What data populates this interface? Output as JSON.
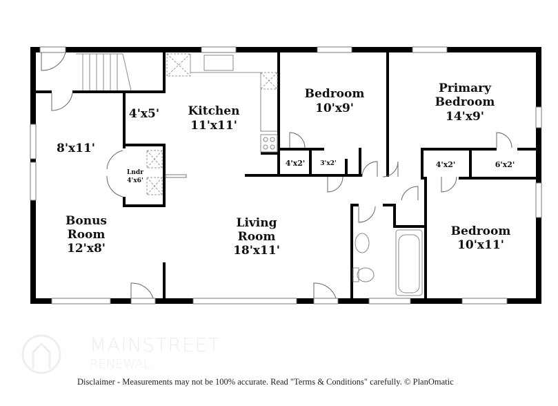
{
  "rooms": {
    "kitchen": {
      "name": "Kitchen",
      "size": "11'x11'"
    },
    "bedroom1": {
      "name": "Bedroom",
      "size": "10'x9'"
    },
    "primary": {
      "name1": "Primary",
      "name2": "Bedroom",
      "size": "14'x9'"
    },
    "closet_entry": {
      "size": "4'x5'"
    },
    "hall": {
      "size": "8'x11'"
    },
    "laundry": {
      "name": "Lndr",
      "size": "4'x6'"
    },
    "bonus": {
      "name1": "Bonus",
      "name2": "Room",
      "size": "12'x8'"
    },
    "living": {
      "name1": "Living",
      "name2": "Room",
      "size": "18'x11'"
    },
    "bedroom2": {
      "name": "Bedroom",
      "size": "10'x11'"
    },
    "closet_a": {
      "size": "4'x2'"
    },
    "closet_b": {
      "size": "3'x2'"
    },
    "closet_c": {
      "size": "4'x2'"
    },
    "closet_d": {
      "size": "6'x2'"
    }
  },
  "watermark": {
    "line1": "MAINSTREET",
    "line2": "RENEWAL"
  },
  "disclaimer": "Disclaimer - Measurements may not be 100% accurate. Read \"Terms & Conditions\" carefully. © PlanOmatic"
}
